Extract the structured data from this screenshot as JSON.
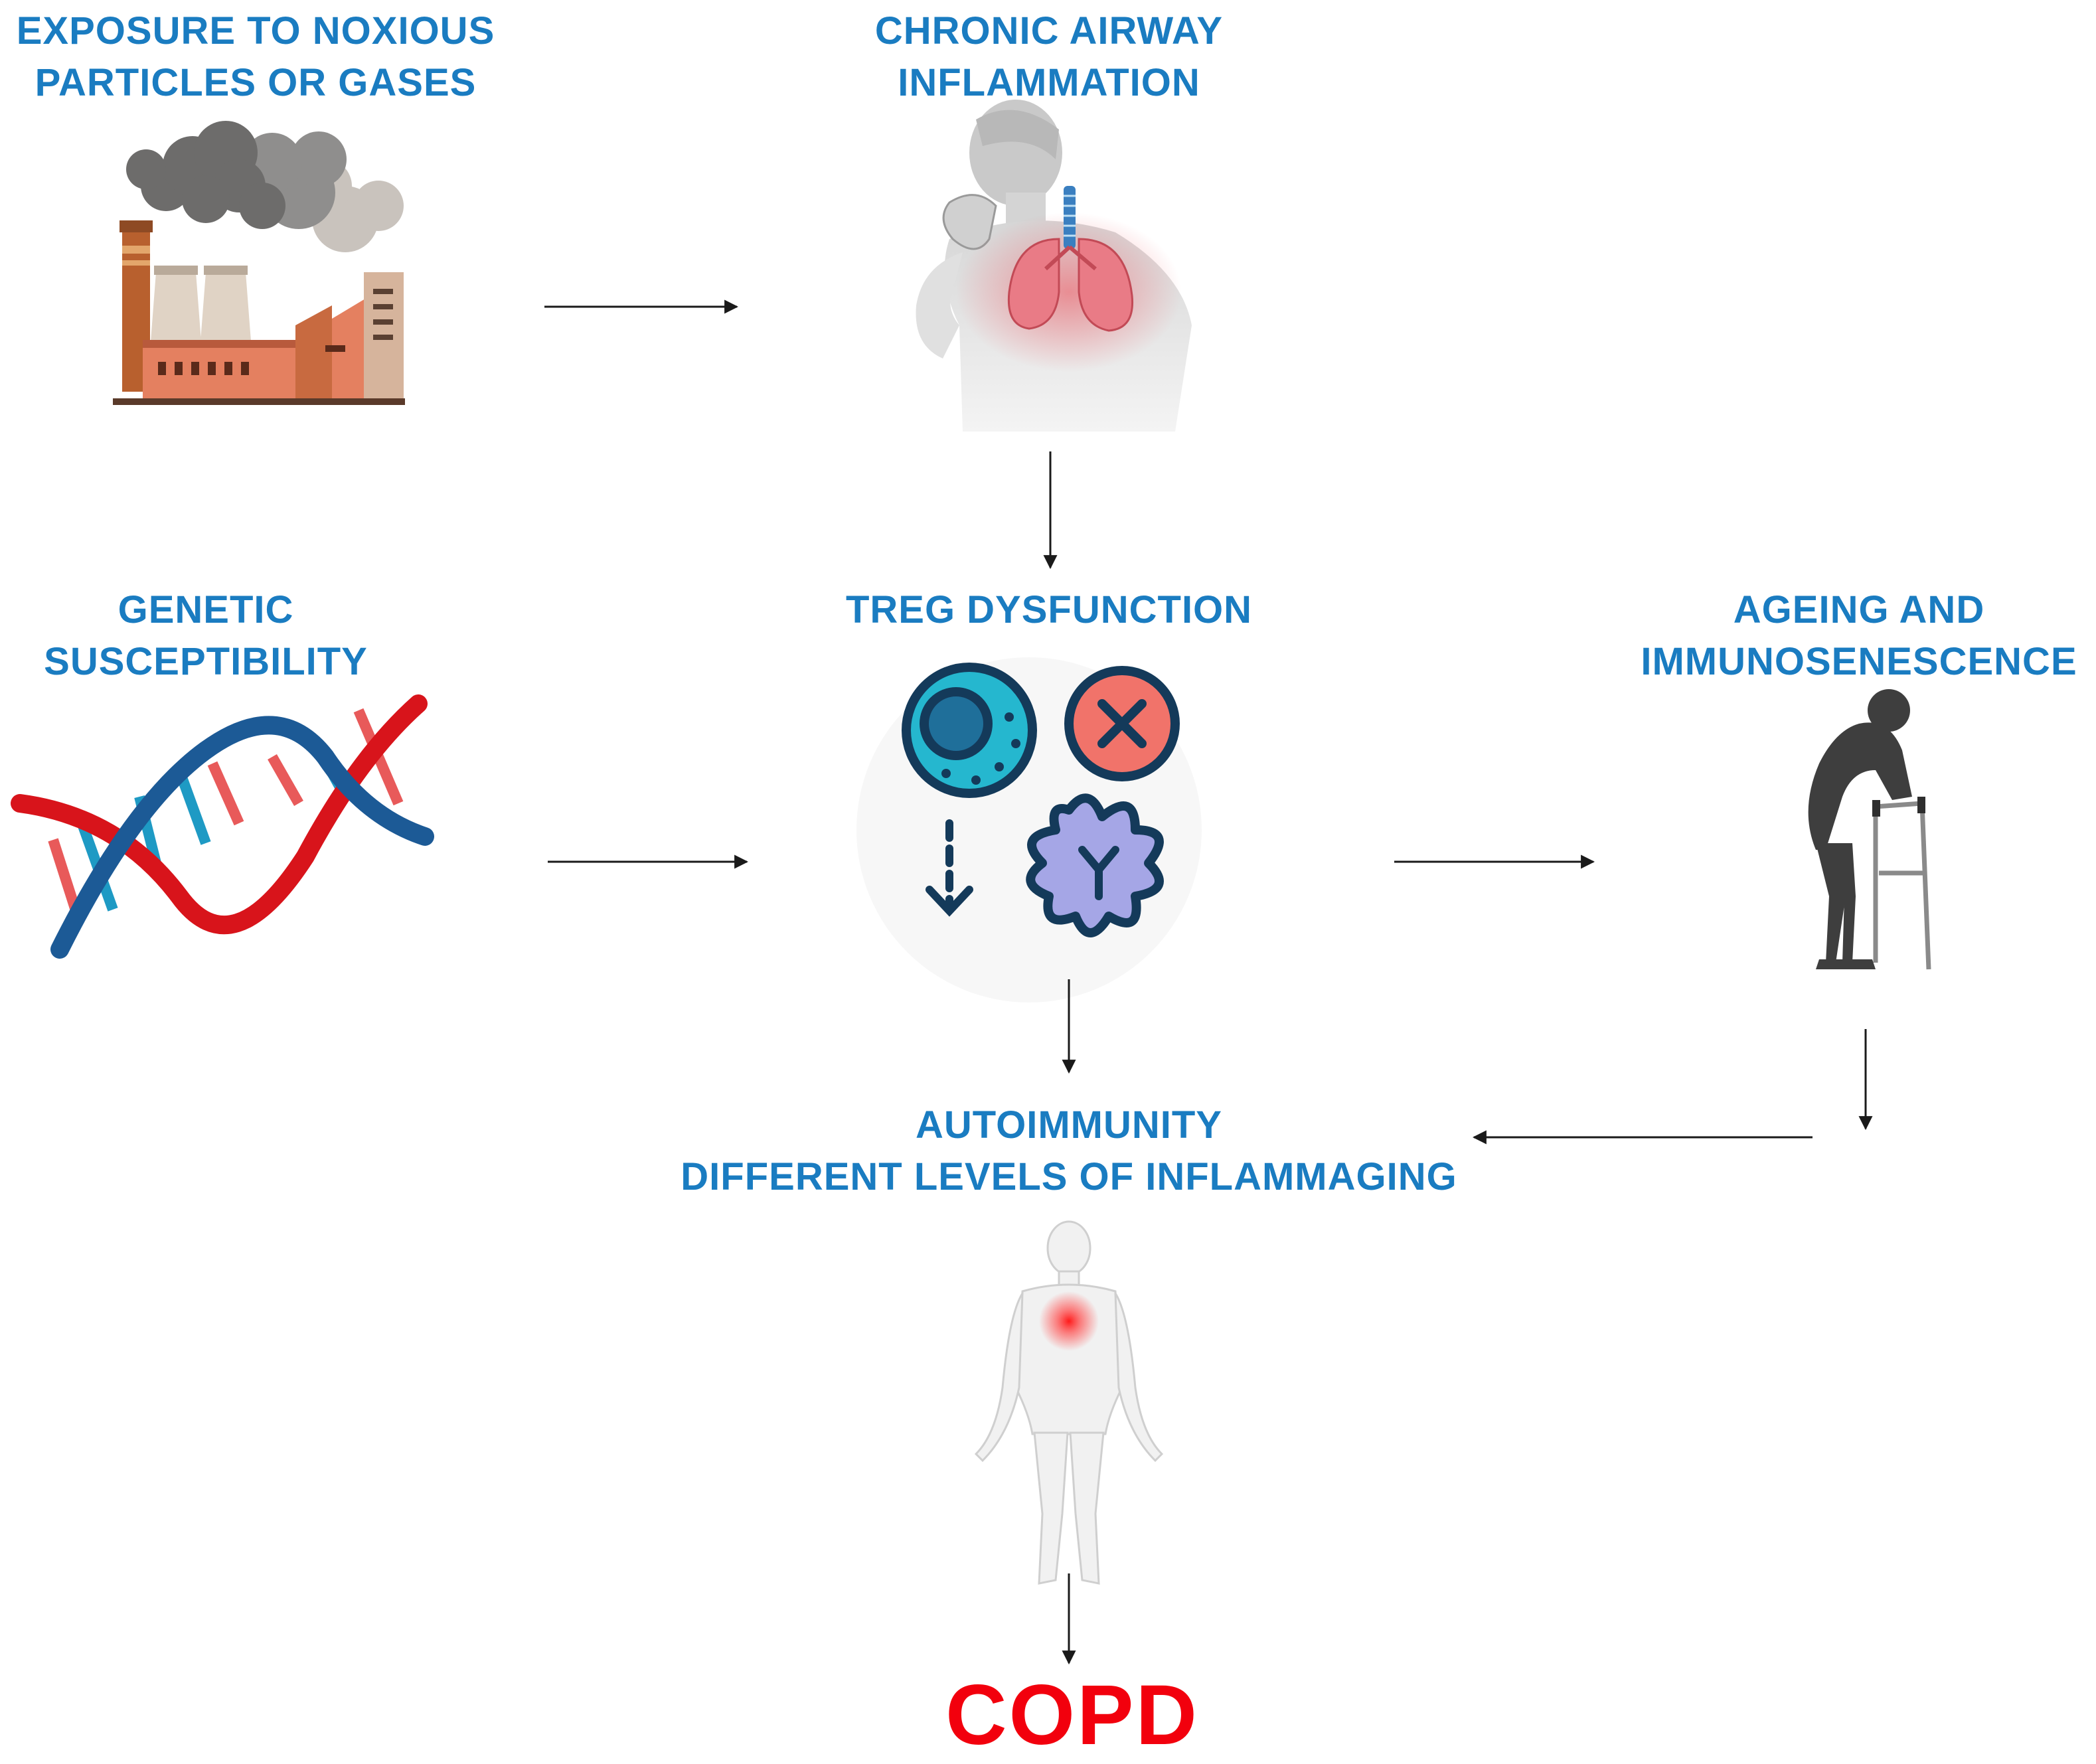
{
  "nodes": {
    "exposure": {
      "lines": [
        "EXPOSURE TO NOXIOUS",
        "PARTICLES OR GASES"
      ],
      "icon": "factory-icon"
    },
    "inflammation": {
      "lines": [
        "CHRONIC AIRWAY",
        "INFLAMMATION"
      ],
      "icon": "coughing-man-lungs-icon"
    },
    "genetic": {
      "lines": [
        "GENETIC",
        "SUSCEPTIBILITY"
      ],
      "icon": "dna-icon"
    },
    "treg": {
      "lines": [
        "TREG DYSFUNCTION"
      ],
      "icon": "treg-cells-icon"
    },
    "ageing": {
      "lines": [
        "AGEING AND",
        "IMMUNOSENESCENCE"
      ],
      "icon": "elderly-walker-icon"
    },
    "autoimmunity": {
      "lines": [
        "AUTOIMMUNITY",
        "DIFFERENT LEVELS OF INFLAMMAGING"
      ],
      "icon": "human-body-chest-icon"
    },
    "copd": {
      "label": "COPD"
    }
  },
  "edges": [
    {
      "from": "exposure",
      "to": "inflammation"
    },
    {
      "from": "inflammation",
      "to": "treg"
    },
    {
      "from": "genetic",
      "to": "treg"
    },
    {
      "from": "treg",
      "to": "ageing"
    },
    {
      "from": "treg",
      "to": "autoimmunity"
    },
    {
      "from": "ageing",
      "to": "ageing-down"
    },
    {
      "from": "ageing",
      "to": "autoimmunity"
    },
    {
      "from": "autoimmunity",
      "to": "copd"
    }
  ],
  "colors": {
    "label": "#1a7cc1",
    "copd": "#f2000d",
    "arrow": "#1a1a1a"
  }
}
